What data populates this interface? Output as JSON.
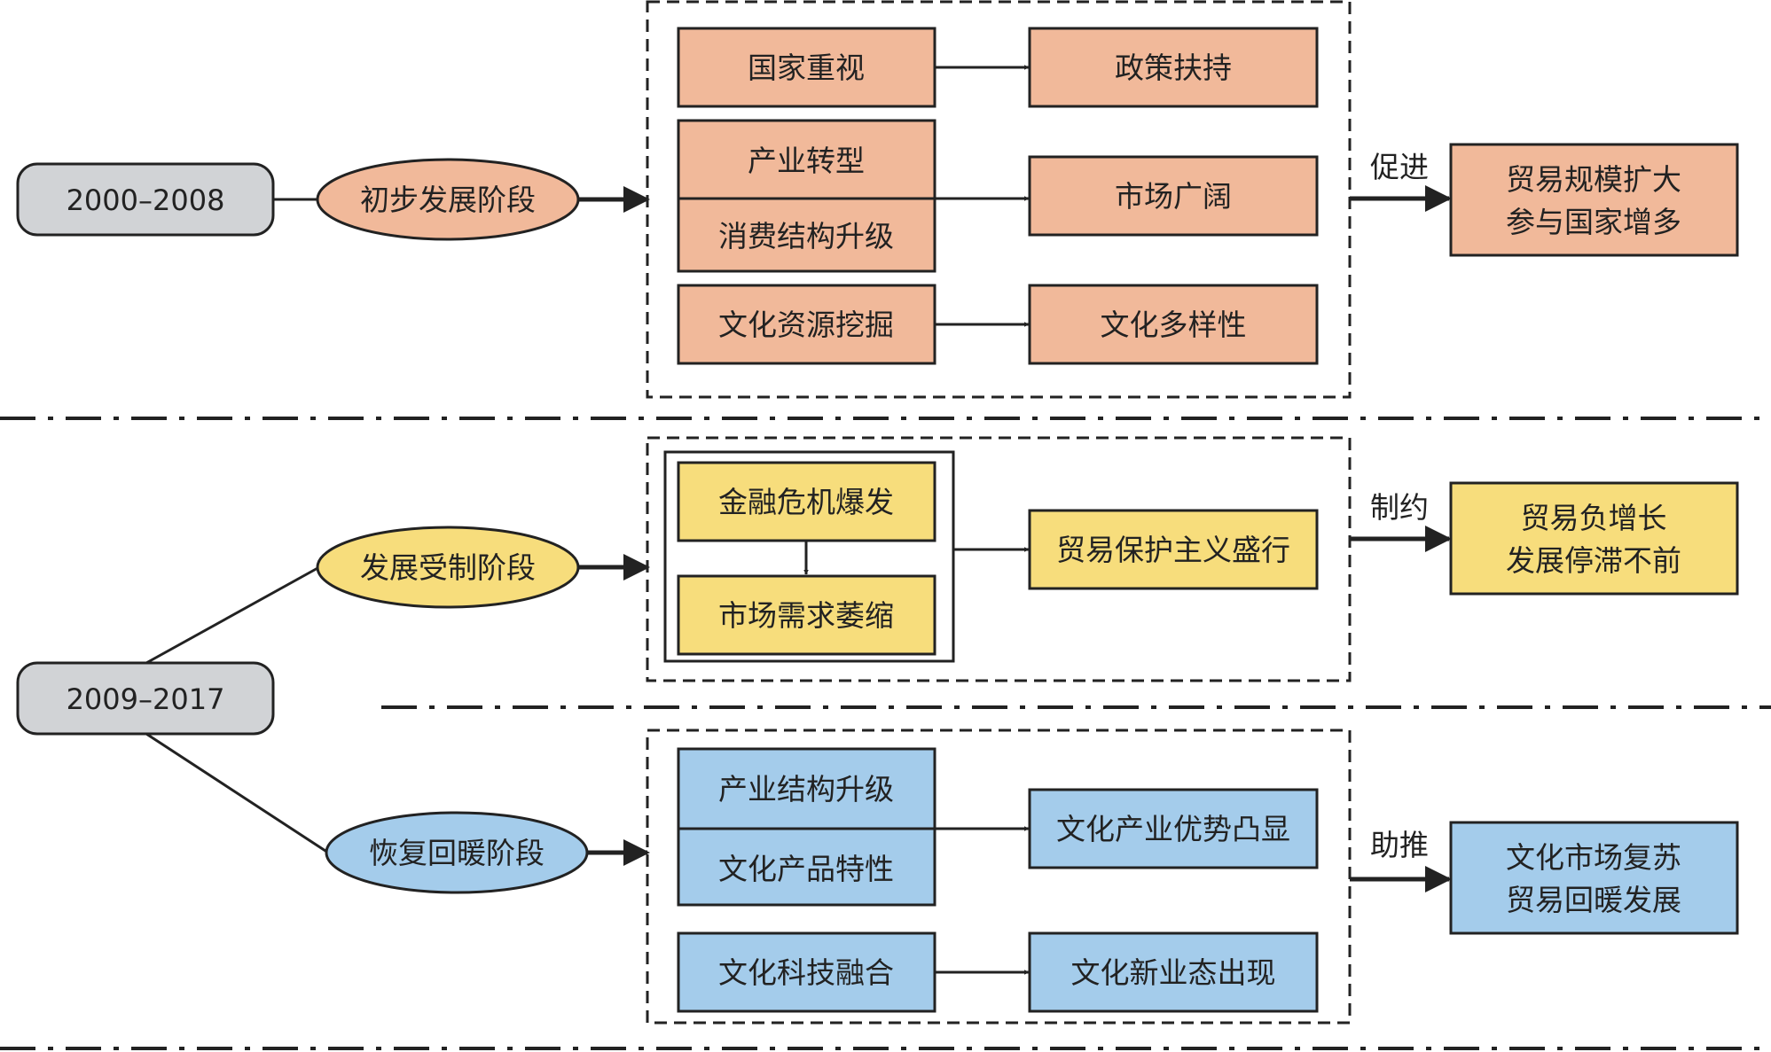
{
  "colors": {
    "orange": "#F1B99A",
    "yellow": "#F7DD7C",
    "blue": "#A4CCEB",
    "gray": "#D1D3D6"
  },
  "periods": {
    "p1": "2000–2008",
    "p2": "2009–2017"
  },
  "stages": {
    "s1": "初步发展阶段",
    "s2": "发展受制阶段",
    "s3": "恢复回暖阶段"
  },
  "section1": {
    "causes": [
      "国家重视",
      "产业转型",
      "消费结构升级",
      "文化资源挖掘"
    ],
    "effects": [
      "政策扶持",
      "市场广阔",
      "文化多样性"
    ],
    "relation": "促进",
    "result": [
      "贸易规模扩大",
      "参与国家增多"
    ]
  },
  "section2": {
    "causes": [
      "金融危机爆发",
      "市场需求萎缩"
    ],
    "effect": "贸易保护主义盛行",
    "relation": "制约",
    "result": [
      "贸易负增长",
      "发展停滞不前"
    ]
  },
  "section3": {
    "causes": [
      "产业结构升级",
      "文化产品特性",
      "文化科技融合"
    ],
    "effects": [
      "文化产业优势凸显",
      "文化新业态出现"
    ],
    "relation": "助推",
    "result": [
      "文化市场复苏",
      "贸易回暖发展"
    ]
  }
}
